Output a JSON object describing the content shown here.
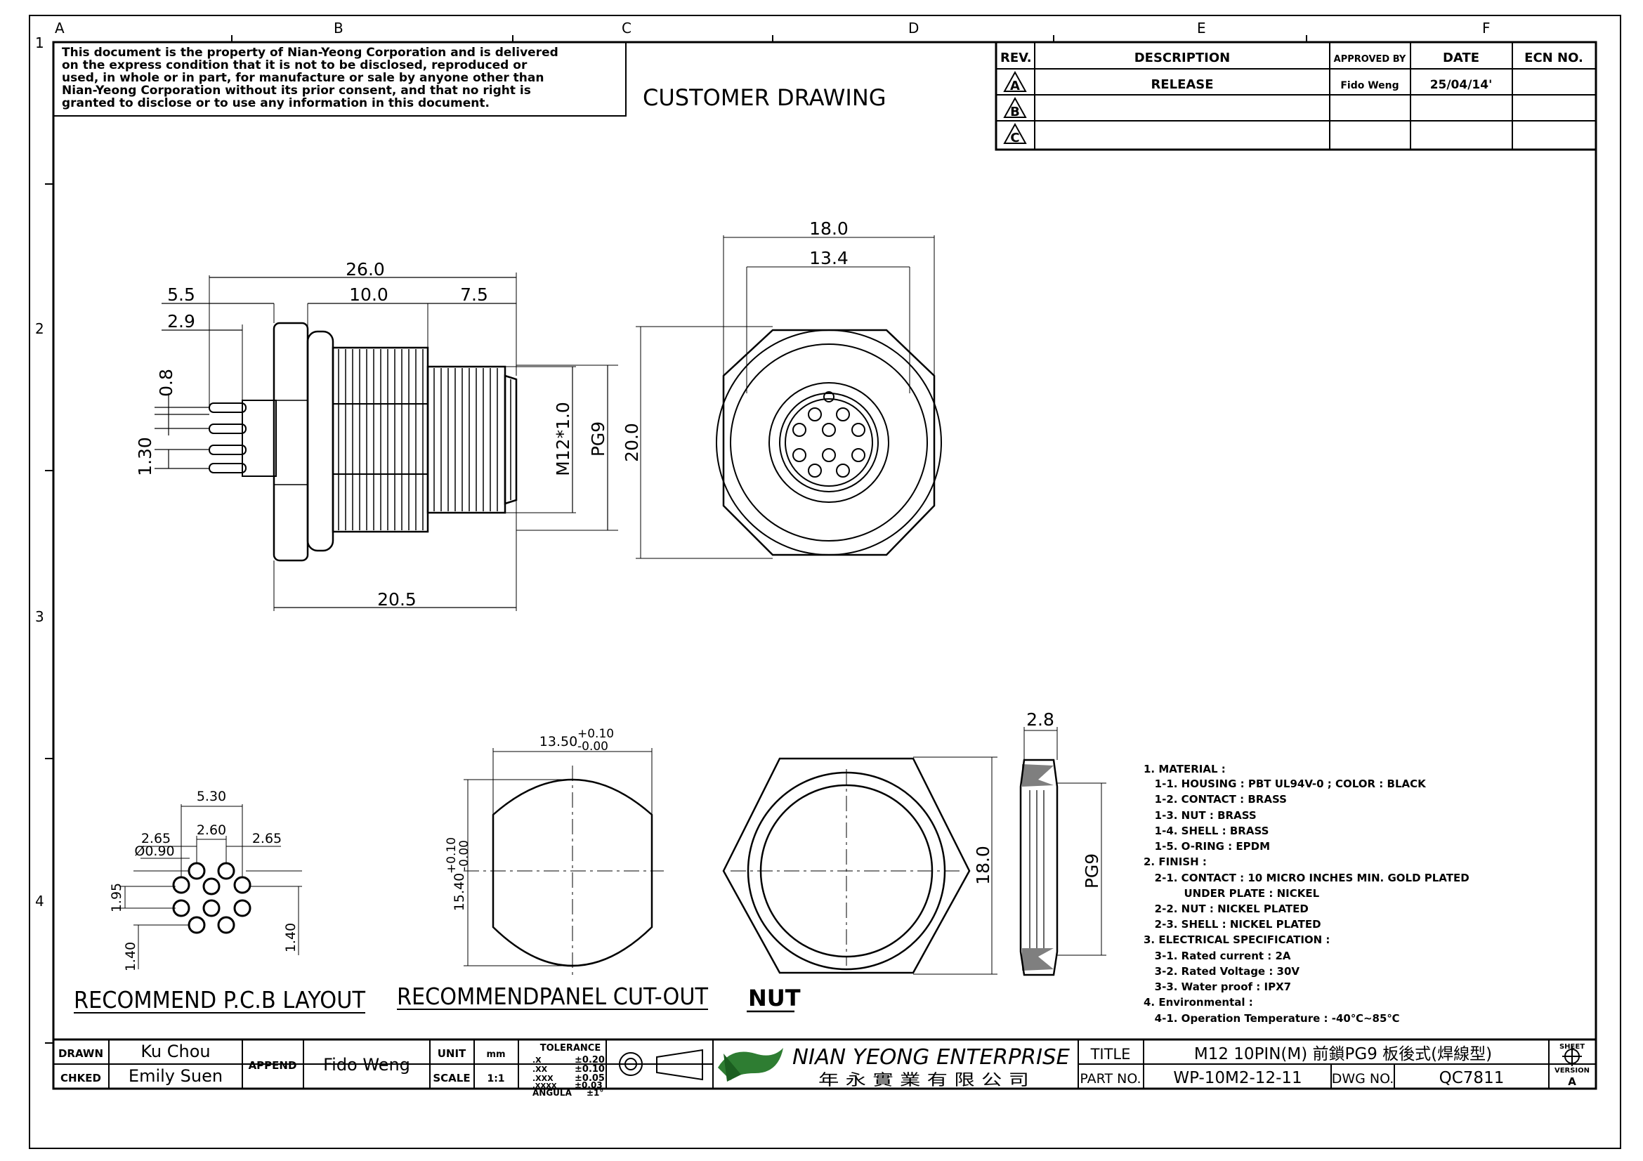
{
  "border": {
    "columns": [
      "A",
      "B",
      "C",
      "D",
      "E",
      "F"
    ],
    "rows": [
      "1",
      "2",
      "3",
      "4"
    ]
  },
  "notice": [
    "This document is the property of Nian-Yeong Corporation and is delivered",
    "on  the  express condition that it is not to be disclosed, reproduced or",
    "used, in whole or in part, for manufacture or sale by anyone other than",
    "Nian-Yeong Corporation without  its prior consent, and that  no right  is",
    "granted to disclose or to use any information in this  document."
  ],
  "drawing_title": "CUSTOMER  DRAWING",
  "revision_table": {
    "headers": [
      "REV.",
      "DESCRIPTION",
      "APPROVED BY",
      "DATE",
      "ECN NO."
    ],
    "rows": [
      {
        "rev": "A",
        "description": "RELEASE",
        "approved": "Fido Weng",
        "date": "25/04/14'",
        "ecn": ""
      },
      {
        "rev": "B",
        "description": "",
        "approved": "",
        "date": "",
        "ecn": ""
      },
      {
        "rev": "C",
        "description": "",
        "approved": "",
        "date": "",
        "ecn": ""
      }
    ]
  },
  "side_view_dims": {
    "overall": "26.0",
    "thread_len": "10.0",
    "tip_len": "7.5",
    "nut_offset": "5.5",
    "pin_offset": "2.9",
    "pin_dia": "0.8",
    "pin_pitch": "1.30",
    "thread": "M12*1.0",
    "panel_thread": "PG9",
    "height": "20.0",
    "body_len": "20.5"
  },
  "front_view_dims": {
    "across_corners": "18.0",
    "inner": "13.4"
  },
  "pcb_layout": {
    "label": "RECOMMEND  P.C.B  LAYOUT",
    "width": "5.30",
    "pitch_mid": "2.60",
    "pitch_left": "2.65",
    "pitch_right": "2.65",
    "hole": "Ø0.90",
    "v1": "1.95",
    "v2": "1.40",
    "v3": "1.40"
  },
  "panel_cutout": {
    "label": "RECOMMENDPANEL  CUT-OUT",
    "width": "13.50",
    "width_tol_plus": "+0.10",
    "width_tol_minus": "-0.00",
    "height": "15.40",
    "height_tol_plus": "+0.10",
    "height_tol_minus": "-0.00"
  },
  "nut_view": {
    "label": "NUT",
    "across": "18.0",
    "thickness": "2.8",
    "thread": "PG9"
  },
  "spec_notes": [
    "1. MATERIAL :",
    "   1-1. HOUSING : PBT UL94V-0 ; COLOR : BLACK",
    "   1-2. CONTACT : BRASS",
    "   1-3. NUT : BRASS",
    "   1-4. SHELL : BRASS",
    "   1-5. O-RING : EPDM",
    "2. FINISH :",
    "   2-1. CONTACT : 10 MICRO INCHES MIN. GOLD PLATED",
    "           UNDER PLATE : NICKEL",
    "   2-2. NUT : NICKEL PLATED",
    "   2-3. SHELL : NICKEL PLATED",
    "3. ELECTRICAL SPECIFICATION :",
    "   3-1. Rated current : 2A",
    "   3-2. Rated Voltage : 30V",
    "   3-3. Water proof : IPX7",
    "4. Environmental :",
    "   4-1. Operation Temperature : -40℃~85℃"
  ],
  "title_block": {
    "drawn_label": "DRAWN",
    "drawn": "Ku Chou",
    "checked_label": "CHKED",
    "checked": "Emily Suen",
    "append_label": "APPEND",
    "append": "Fido Weng",
    "unit_label": "UNIT",
    "unit": "mm",
    "scale_label": "SCALE",
    "scale": "1:1",
    "tolerance_label": "TOLERANCE",
    "tolerances": [
      {
        "k": ".X",
        "v": "±0.20"
      },
      {
        "k": ".XX",
        "v": "±0.10"
      },
      {
        "k": ".XXX",
        "v": "±0.05"
      },
      {
        "k": ".XXXX",
        "v": "±0.03"
      },
      {
        "k": "ANGULA",
        "v": "±1°"
      }
    ],
    "company": "NIAN YEONG ENTERPRISE",
    "company_chinese": "年 永 實 業 有 限 公 司",
    "title_label": "TITLE",
    "title": "M12  10PIN(M)  前鎖PG9  板後式(焊線型)",
    "part_label": "PART NO.",
    "part": "WP-10M2-12-11",
    "dwg_label": "DWG NO.",
    "dwg": "QC7811",
    "sheet_label": "SHEET",
    "version_label": "VERSION",
    "version": "A"
  }
}
